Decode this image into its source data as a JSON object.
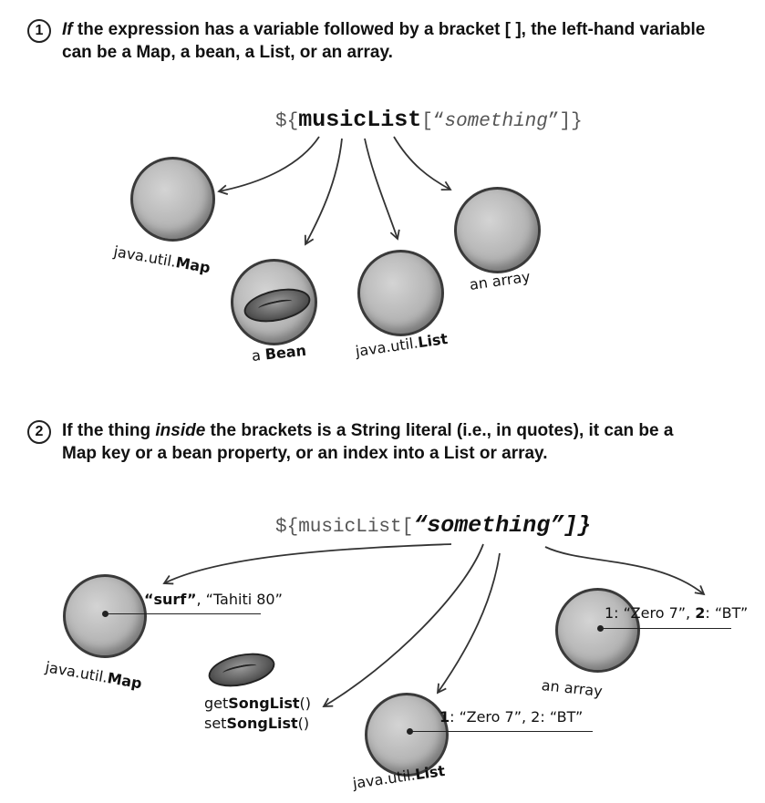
{
  "step1": {
    "number": "1",
    "lead_italic": "If",
    "text": " the expression has a variable followed by a bracket [ ], the left-hand variable can be a Map, a bean, a List, or an array."
  },
  "expr1": {
    "prefix": "${",
    "var": "musicList",
    "open": "[“",
    "str": "something",
    "close": "”]}"
  },
  "diagram1": {
    "map_label_a": "java.util.",
    "map_label_b": "Map",
    "bean_label_a": "a ",
    "bean_label_b": "Bean",
    "list_label_a": "java.util.",
    "list_label_b": "List",
    "array_label": "an array"
  },
  "step2": {
    "number": "2",
    "part1": "If the thing ",
    "italic": "inside",
    "part2": " the brackets is a String literal (i.e., in quotes), it can be a Map key or a bean property, or an index into a List or array."
  },
  "expr2": {
    "prefix": "${musicList[",
    "open": "“",
    "str": "something",
    "close": "”]}"
  },
  "diagram2": {
    "map_key": "“surf”",
    "map_val": ", “Tahiti 80”",
    "map_label_a": "java.util.",
    "map_label_b": "Map",
    "bean_get_a": "get",
    "bean_get_b": "SongList",
    "bean_get_c": "()",
    "bean_set_a": "set",
    "bean_set_b": "SongList",
    "bean_set_c": "()",
    "array_entry_a": "1: “Zero 7”, ",
    "array_entry_b": "2",
    "array_entry_c": ": “BT”",
    "array_label": "an array",
    "list_entry_a": "1",
    "list_entry_b": ": “Zero 7”, 2: “BT”",
    "list_label_a": "java.util.",
    "list_label_b": "List"
  }
}
